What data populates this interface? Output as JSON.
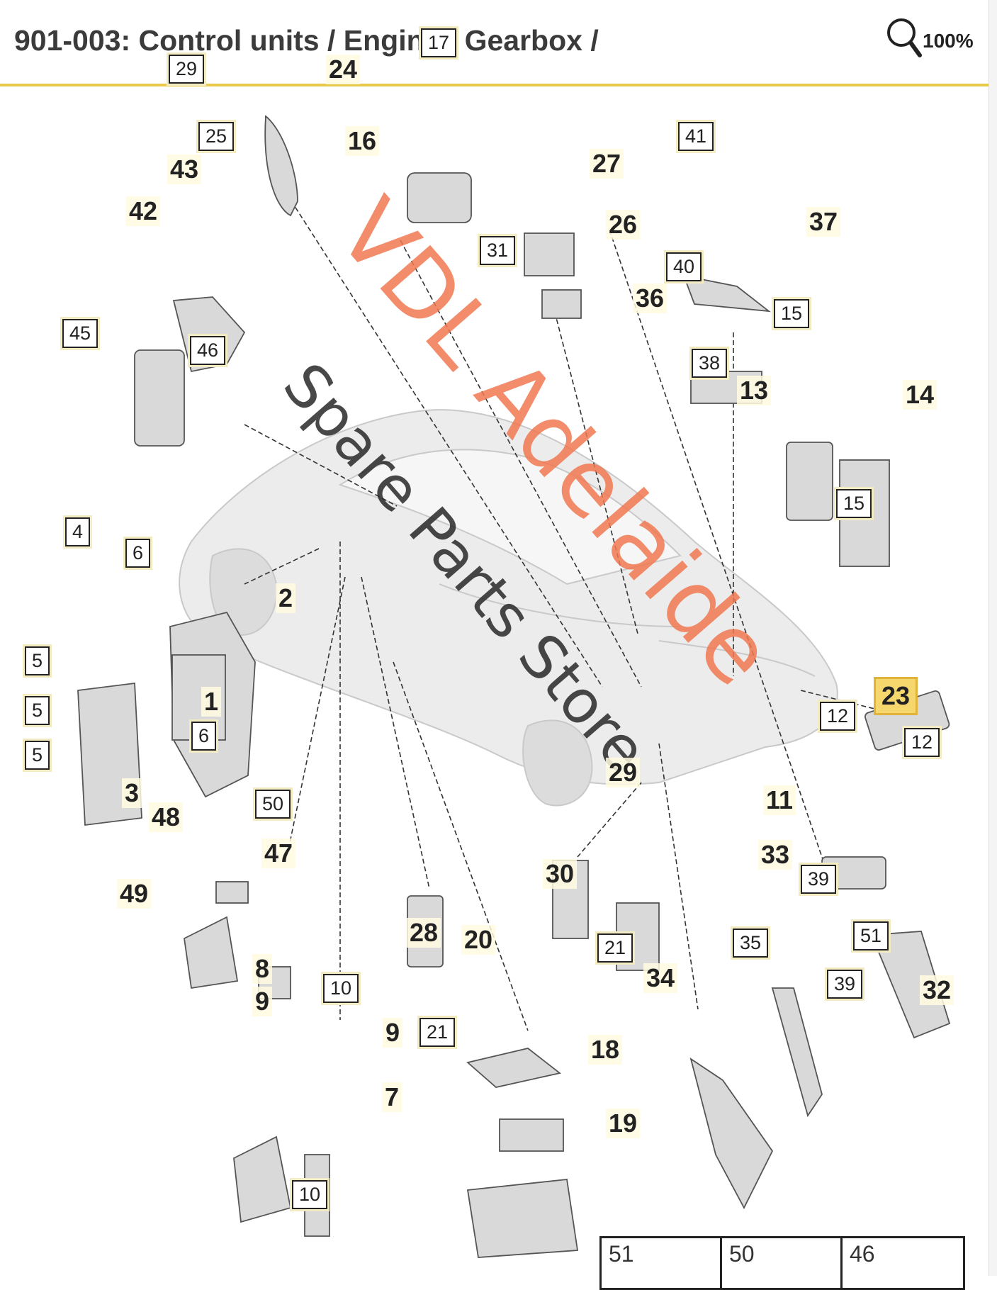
{
  "header": {
    "title": "901-003: Control units / Engine / Gearbox /",
    "zoom": "100%"
  },
  "watermark": {
    "line1": "VDL Adelaide",
    "line2": "Spare Parts Store"
  },
  "colors": {
    "accent": "#e8c94a",
    "highlight": "#f5d76e",
    "watermark_red": "#f07850"
  },
  "icons": {
    "zoom": "magnifier-icon"
  },
  "diagram": {
    "callouts": [
      {
        "id": "c29a",
        "text": "29",
        "style": "boxed"
      },
      {
        "id": "c24",
        "text": "24",
        "style": "plain"
      },
      {
        "id": "c17",
        "text": "17",
        "style": "boxed"
      },
      {
        "id": "c25",
        "text": "25",
        "style": "boxed"
      },
      {
        "id": "c16",
        "text": "16",
        "style": "plain"
      },
      {
        "id": "c43",
        "text": "43",
        "style": "plain"
      },
      {
        "id": "c27",
        "text": "27",
        "style": "plain"
      },
      {
        "id": "c41",
        "text": "41",
        "style": "boxed"
      },
      {
        "id": "c42",
        "text": "42",
        "style": "plain"
      },
      {
        "id": "c26",
        "text": "26",
        "style": "plain"
      },
      {
        "id": "c37",
        "text": "37",
        "style": "plain"
      },
      {
        "id": "c31",
        "text": "31",
        "style": "boxed"
      },
      {
        "id": "c40",
        "text": "40",
        "style": "boxed"
      },
      {
        "id": "c36",
        "text": "36",
        "style": "plain"
      },
      {
        "id": "c15a",
        "text": "15",
        "style": "boxed"
      },
      {
        "id": "c45",
        "text": "45",
        "style": "boxed"
      },
      {
        "id": "c46a",
        "text": "46",
        "style": "boxed"
      },
      {
        "id": "c38",
        "text": "38",
        "style": "boxed"
      },
      {
        "id": "c13",
        "text": "13",
        "style": "plain"
      },
      {
        "id": "c14",
        "text": "14",
        "style": "plain"
      },
      {
        "id": "c15b",
        "text": "15",
        "style": "boxed"
      },
      {
        "id": "c4",
        "text": "4",
        "style": "boxed"
      },
      {
        "id": "c6a",
        "text": "6",
        "style": "boxed"
      },
      {
        "id": "c2",
        "text": "2",
        "style": "plain"
      },
      {
        "id": "c5a",
        "text": "5",
        "style": "boxed"
      },
      {
        "id": "c1",
        "text": "1",
        "style": "plain"
      },
      {
        "id": "c5b",
        "text": "5",
        "style": "boxed"
      },
      {
        "id": "c6b",
        "text": "6",
        "style": "boxed"
      },
      {
        "id": "c5c",
        "text": "5",
        "style": "boxed"
      },
      {
        "id": "c23",
        "text": "23",
        "style": "highlight"
      },
      {
        "id": "c12a",
        "text": "12",
        "style": "boxed"
      },
      {
        "id": "c12b",
        "text": "12",
        "style": "boxed"
      },
      {
        "id": "c3",
        "text": "3",
        "style": "plain"
      },
      {
        "id": "c50a",
        "text": "50",
        "style": "boxed"
      },
      {
        "id": "c48",
        "text": "48",
        "style": "plain"
      },
      {
        "id": "c29b",
        "text": "29",
        "style": "plain"
      },
      {
        "id": "c11",
        "text": "11",
        "style": "plain"
      },
      {
        "id": "c47",
        "text": "47",
        "style": "plain"
      },
      {
        "id": "c30",
        "text": "30",
        "style": "plain"
      },
      {
        "id": "c33",
        "text": "33",
        "style": "plain"
      },
      {
        "id": "c39a",
        "text": "39",
        "style": "boxed"
      },
      {
        "id": "c49",
        "text": "49",
        "style": "plain"
      },
      {
        "id": "c28",
        "text": "28",
        "style": "plain"
      },
      {
        "id": "c20",
        "text": "20",
        "style": "plain"
      },
      {
        "id": "c21a",
        "text": "21",
        "style": "boxed"
      },
      {
        "id": "c35",
        "text": "35",
        "style": "boxed"
      },
      {
        "id": "c51a",
        "text": "51",
        "style": "boxed"
      },
      {
        "id": "c8",
        "text": "8",
        "style": "plain"
      },
      {
        "id": "c9a",
        "text": "9",
        "style": "plain"
      },
      {
        "id": "c10a",
        "text": "10",
        "style": "boxed"
      },
      {
        "id": "c34",
        "text": "34",
        "style": "plain"
      },
      {
        "id": "c39b",
        "text": "39",
        "style": "boxed"
      },
      {
        "id": "c32",
        "text": "32",
        "style": "plain"
      },
      {
        "id": "c9b",
        "text": "9",
        "style": "plain"
      },
      {
        "id": "c21b",
        "text": "21",
        "style": "boxed"
      },
      {
        "id": "c18",
        "text": "18",
        "style": "plain"
      },
      {
        "id": "c7",
        "text": "7",
        "style": "plain"
      },
      {
        "id": "c19",
        "text": "19",
        "style": "plain"
      },
      {
        "id": "c10b",
        "text": "10",
        "style": "boxed"
      }
    ],
    "legend": [
      "51",
      "50",
      "46"
    ]
  }
}
